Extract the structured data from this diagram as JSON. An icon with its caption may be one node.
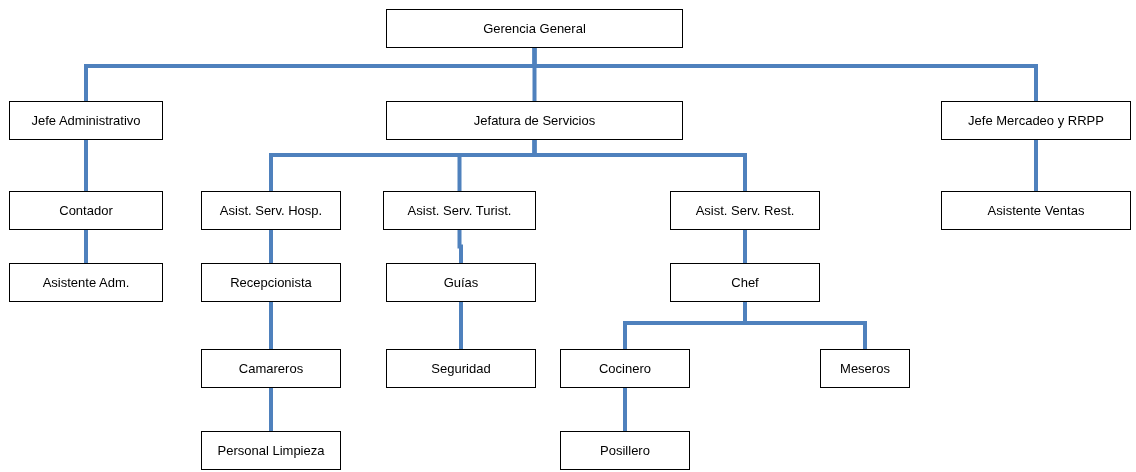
{
  "diagram": {
    "nodes": [
      {
        "text": [
          "Gerencia General"
        ]
      },
      {
        "text": [
          "Jefe Administrativo"
        ]
      },
      {
        "text": [
          "Jefatura de Servicios"
        ]
      },
      {
        "text": [
          "Jefe Mercadeo y RRPP"
        ]
      },
      {
        "text": [
          "Contador"
        ]
      },
      {
        "text": [
          "Asistente Adm."
        ]
      },
      {
        "text": [
          "Asist. Serv. Hosp."
        ]
      },
      {
        "text": [
          "Asist. Serv. Turist."
        ]
      },
      {
        "text": [
          "Asist. Serv. Rest."
        ]
      },
      {
        "text": [
          "Asistente Ventas"
        ]
      },
      {
        "text": [
          "Recepcionista"
        ]
      },
      {
        "text": [
          "Guías"
        ]
      },
      {
        "text": [
          "Chef"
        ]
      },
      {
        "text": [
          "Camareros"
        ]
      },
      {
        "text": [
          "Seguridad"
        ]
      },
      {
        "text": [
          "Cocinero"
        ]
      },
      {
        "text": [
          "Meseros"
        ]
      },
      {
        "text": [
          "Personal Limpieza"
        ]
      },
      {
        "text": [
          "Posillero"
        ]
      }
    ],
    "edges": [
      {
        "from": 0,
        "to": 1,
        "arrow": "none"
      },
      {
        "from": 0,
        "to": 2,
        "arrow": "none"
      },
      {
        "from": 0,
        "to": 3,
        "arrow": "none"
      },
      {
        "from": 1,
        "to": 4,
        "arrow": "none"
      },
      {
        "from": 4,
        "to": 5,
        "arrow": "none"
      },
      {
        "from": 2,
        "to": 6,
        "arrow": "none"
      },
      {
        "from": 2,
        "to": 7,
        "arrow": "none"
      },
      {
        "from": 2,
        "to": 8,
        "arrow": "none"
      },
      {
        "from": 3,
        "to": 9,
        "arrow": "none"
      },
      {
        "from": 6,
        "to": 10,
        "arrow": "none"
      },
      {
        "from": 10,
        "to": 13,
        "arrow": "none"
      },
      {
        "from": 13,
        "to": 17,
        "arrow": "none"
      },
      {
        "from": 7,
        "to": 11,
        "arrow": "none"
      },
      {
        "from": 11,
        "to": 14,
        "arrow": "none"
      },
      {
        "from": 8,
        "to": 12,
        "arrow": "none"
      },
      {
        "from": 12,
        "to": 15,
        "arrow": "none"
      },
      {
        "from": 12,
        "to": 16,
        "arrow": "none"
      },
      {
        "from": 15,
        "to": 18,
        "arrow": "none"
      }
    ]
  }
}
